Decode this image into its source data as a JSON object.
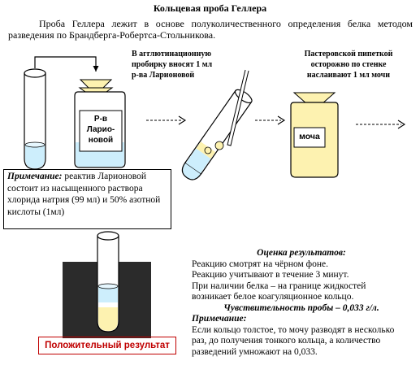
{
  "title": "Кольцевая проба Геллера",
  "intro": "Проба Геллера лежит в основе полуколичественного определения белка методом разведения по Брандберга-Робертса-Стольникова.",
  "step1": {
    "lines": [
      "В агглютинационную",
      "пробирку вносят 1 мл",
      "р-ва Ларионовой"
    ]
  },
  "step2": {
    "lines": [
      "Пастеровской пипеткой",
      "осторожно по стенке",
      "наслаивают  1 мл мочи"
    ]
  },
  "bottle1": {
    "lines": [
      "Р-в",
      "Ларио-",
      "новой"
    ]
  },
  "bottle2": {
    "label": "моча"
  },
  "note": {
    "label": "Примечание:",
    "text": " реактив Ларионовой состоит из насыщенного раствора хлорида натрия (99 мл) и 50% азотной кислоты (1мл)"
  },
  "evaluation": {
    "heading": "Оценка результатов:",
    "lines": [
      "Реакцию смотрят на чёрном фоне.",
      "Реакцию учитывают в течение 3 минут.",
      "При наличии белка – на  границе жидкостей",
      "возникает белое коагуляционное  кольцо."
    ],
    "sensitivity": "Чувствительность пробы – 0,033 г/л.",
    "note_label": "Примечание:",
    "note_text": "Если кольцо толстое, то мочу разводят в несколько раз, до получения тонкого кольца, а количество разведений умножают на 0,033."
  },
  "positive_label": "Положительный  результат",
  "colors": {
    "liquid": "#cdeefc",
    "urine": "#fdf2b0",
    "ring": "#ffffff",
    "result_border": "#c00000",
    "background_panel": "#2b2b2b"
  }
}
